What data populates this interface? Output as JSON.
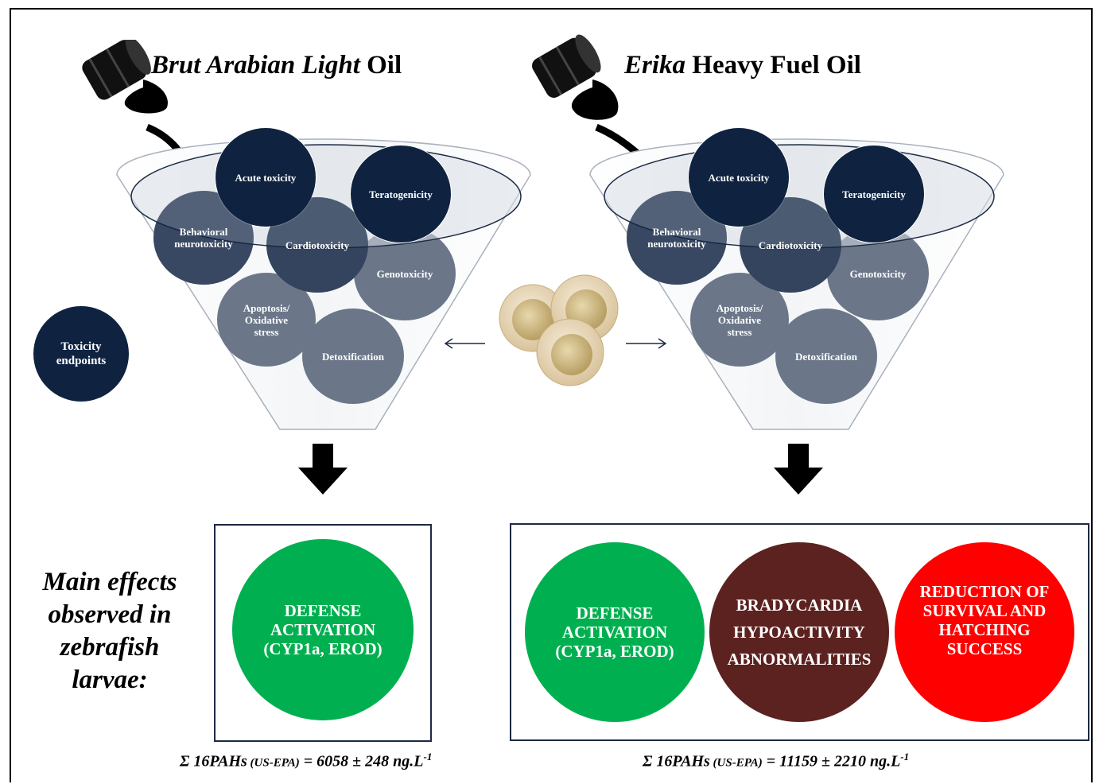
{
  "titles": {
    "left": {
      "italic": "Brut Arabian Light",
      "plain": " Oil"
    },
    "right": {
      "italic": "Erika",
      "plain": " Heavy Fuel Oil"
    }
  },
  "endpoints": {
    "acute": "Acute toxicity",
    "teratogenicity": "Teratogenicity",
    "behavioral_line1": "Behavioral",
    "behavioral_line2": "neurotoxicity",
    "cardiotoxicity": "Cardiotoxicity",
    "genotoxicity": "Genotoxicity",
    "apoptosis_line1": "Apoptosis/",
    "apoptosis_line2": "Oxidative",
    "apoptosis_line3": "stress",
    "detoxification": "Detoxification"
  },
  "legend": {
    "line1": "Toxicity",
    "line2": "endpoints"
  },
  "effects_label": {
    "line1": "Main effects",
    "line2": "observed in",
    "line3": "zebrafish",
    "line4": "larvae:"
  },
  "effects": {
    "defense_line1": "DEFENSE",
    "defense_line2": "ACTIVATION",
    "defense_line3": "(CYP1a, EROD)",
    "bradycardia": "BRADYCARDIA",
    "hypoactivity": "HYPOACTIVITY",
    "abnormalities": "ABNORMALITIES",
    "reduction_line1": "REDUCTION OF",
    "reduction_line2": "SURVIVAL AND",
    "reduction_line3": "HATCHING",
    "reduction_line4": "SUCCESS"
  },
  "pah": {
    "prefix": "Σ 16PAHs",
    "method": " (US-EPA)",
    "left_value": " = 6058 ± 248 ng.L",
    "right_value": " = 11159 ± 2210 ng.L",
    "exponent": "-1"
  },
  "colors": {
    "endpoint_dark": "#0f2341",
    "endpoint_grey": "#6b7789",
    "defense_green": "#00b050",
    "bradycardia_brown": "#5c2220",
    "reduction_red": "#ff0000",
    "oil_black": "#000000"
  }
}
